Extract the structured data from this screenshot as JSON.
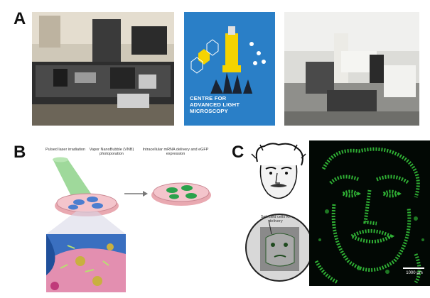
{
  "panels": {
    "a": {
      "letter": "A"
    },
    "b": {
      "letter": "B"
    },
    "c": {
      "letter": "C"
    }
  },
  "poster": {
    "line1": "CENTRE FOR",
    "line2": "ADVANCED LIGHT",
    "line3": "MICROSCOPY",
    "colors": {
      "background": "#2a7fc7",
      "lamp": "#f5d300",
      "silhouette": "#1a2332"
    }
  },
  "panel_b_labels": {
    "laser": "Pulsed laser irradiation",
    "vnb": "Vapor NanoBubble (VNB) photoporation",
    "delivery": "Intracellular mRNA delivery and eGFP expression"
  },
  "panel_c_labels": {
    "selected_cells": "Selected cells for delivery",
    "scale_bar": "1000 µm"
  }
}
